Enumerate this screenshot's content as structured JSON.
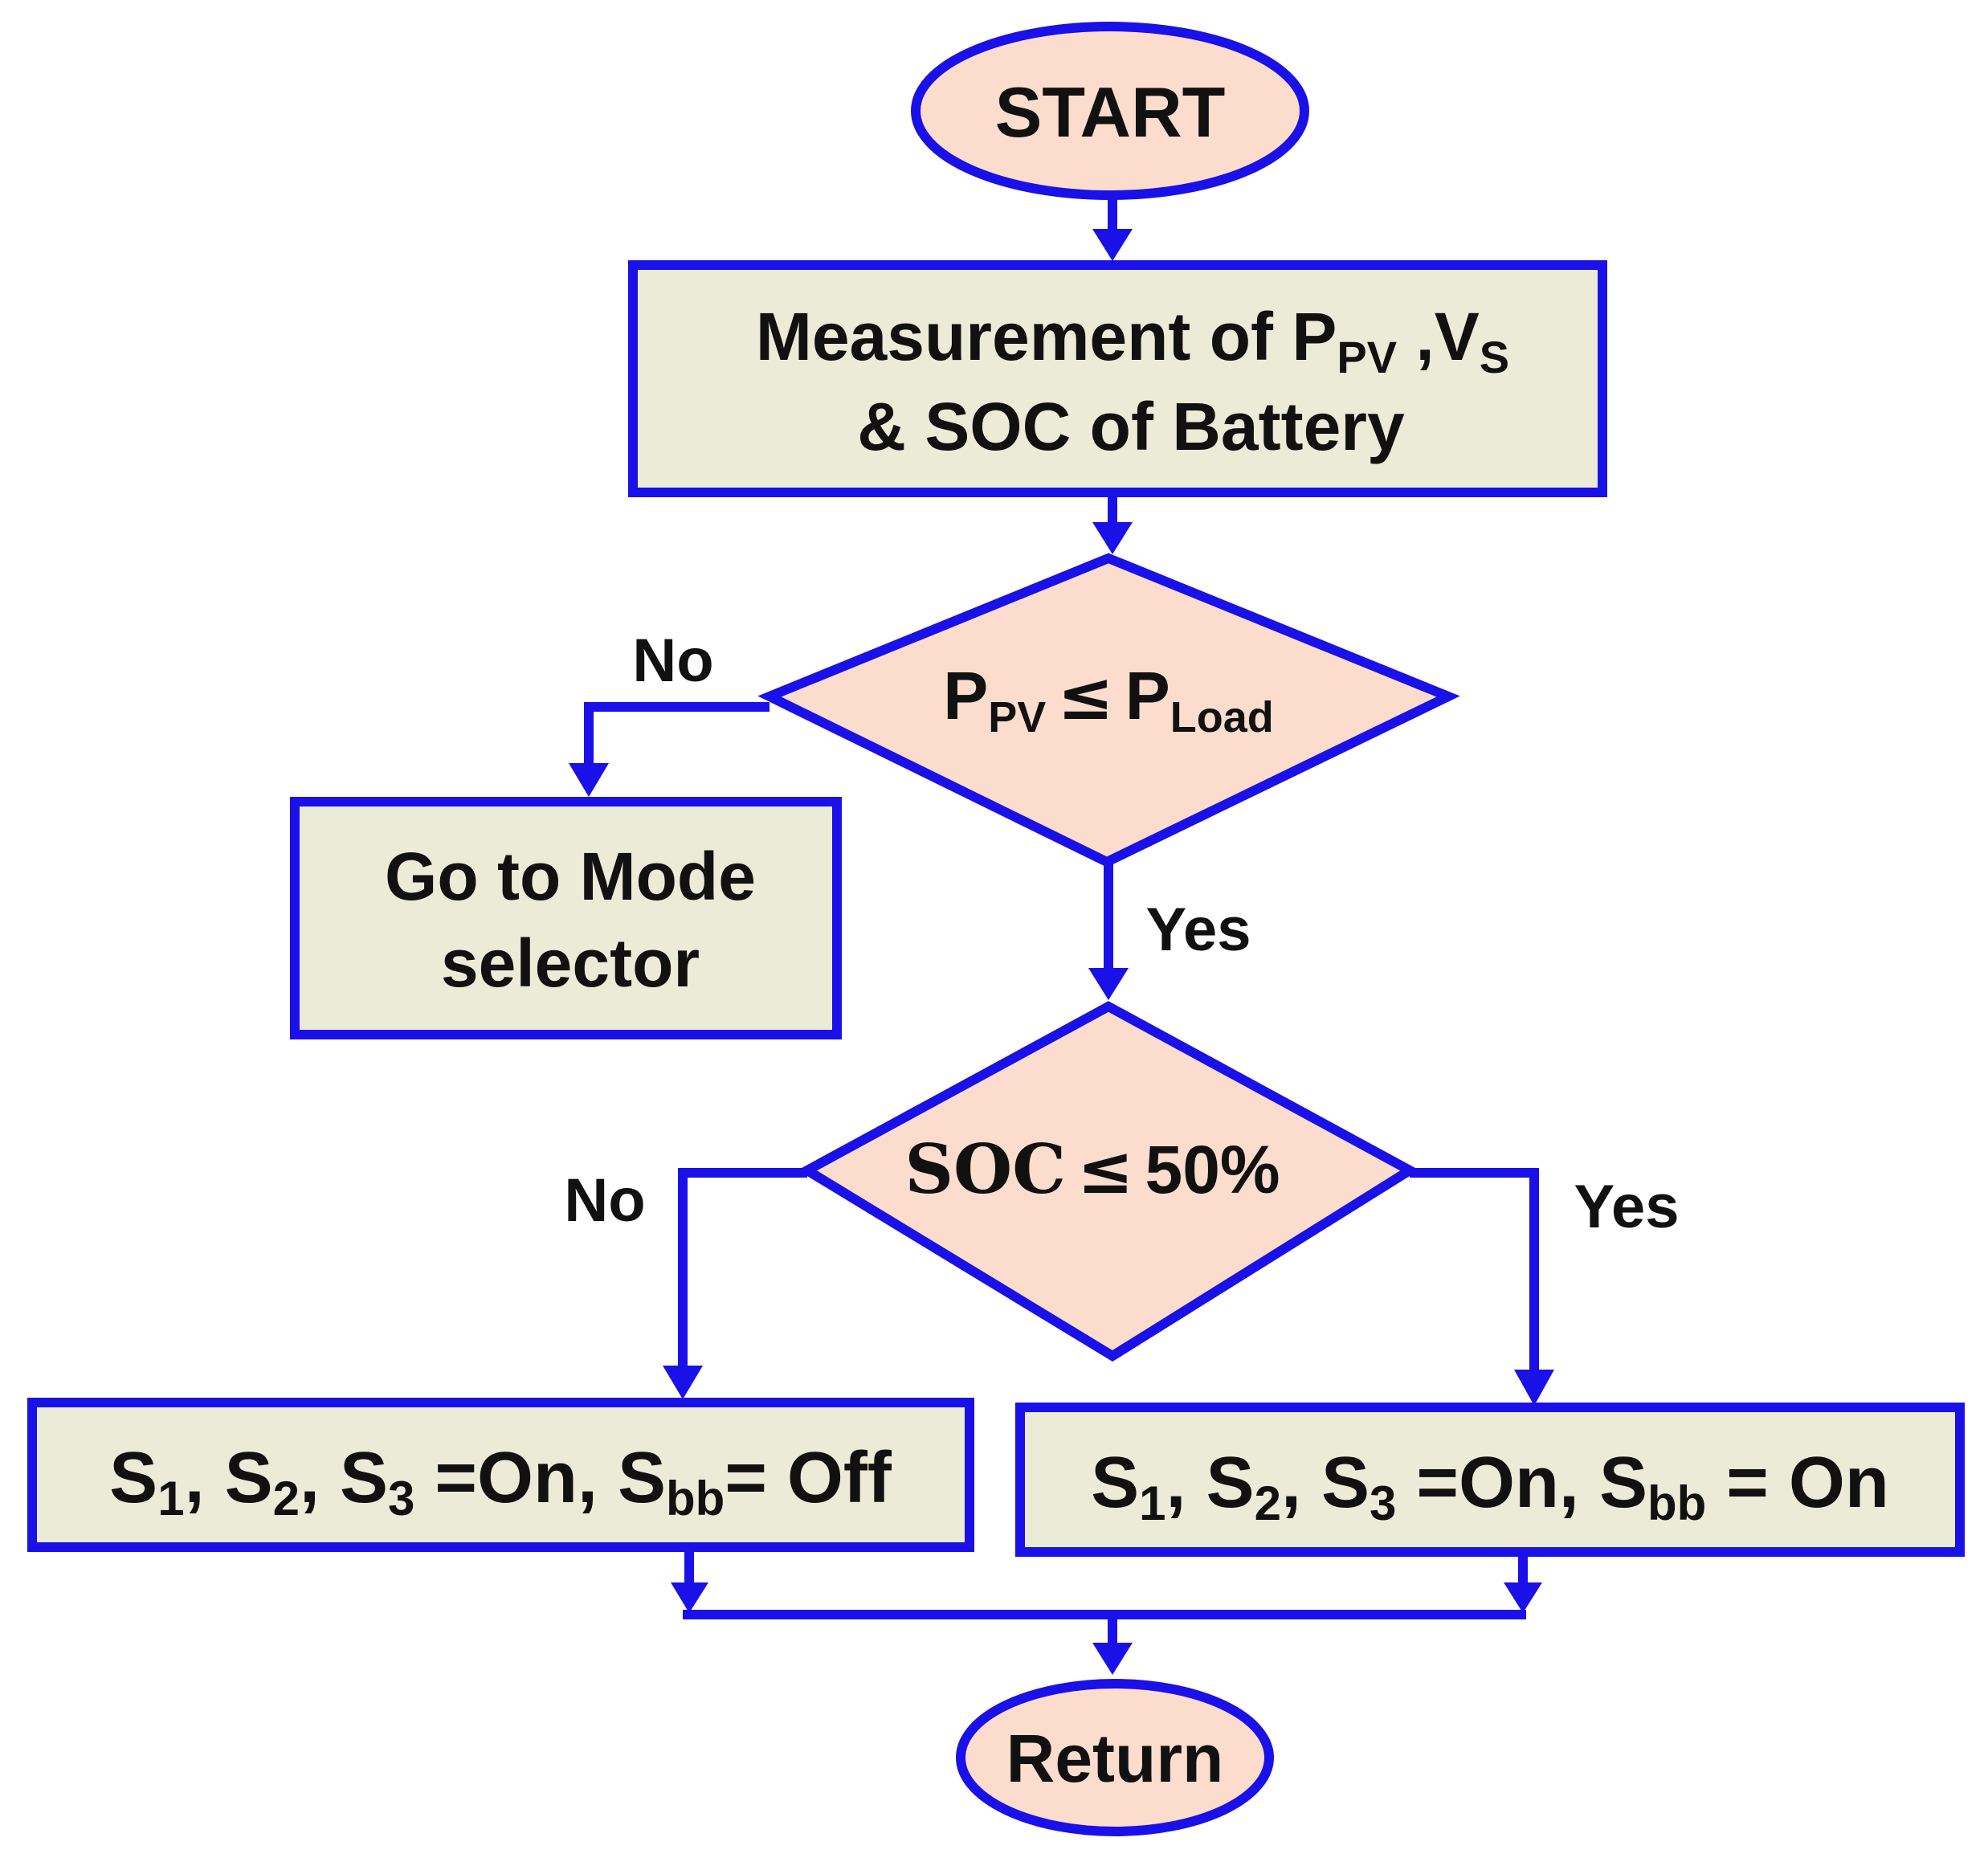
{
  "nodes": {
    "start": {
      "text": "START"
    },
    "measure": {
      "line1_a": "Measurement of P",
      "line1_sub1": "PV",
      "line1_b": " ,V",
      "line1_sub2": "S",
      "line2": "& SOC of Battery"
    },
    "decision1": {
      "p": "P",
      "sub1": "PV",
      "op": "≤",
      "p2": "P",
      "sub2": "Load"
    },
    "mode_selector": {
      "line1": "Go to Mode",
      "line2": "selector"
    },
    "decision2": {
      "soc": "SOC",
      "op": "≤",
      "value": "50%"
    },
    "switch_off": {
      "s": "S",
      "sub1": "1",
      "sep1": ", S",
      "sub2": "2",
      "sep2": ", S",
      "sub3": "3",
      "mid": " =On, S",
      "sub4": "bb",
      "tail": "= Off"
    },
    "switch_on": {
      "s": "S",
      "sub1": "1",
      "sep1": ", S",
      "sub2": "2",
      "sep2": ", S",
      "sub3": "3",
      "mid": " =On, S",
      "sub4": "bb",
      "tail": " = On"
    },
    "return": {
      "text": "Return"
    }
  },
  "edges": {
    "d1_no": "No",
    "d1_yes": "Yes",
    "d2_no": "No",
    "d2_yes": "Yes"
  },
  "colors": {
    "stroke": "#1a10e8",
    "process_fill": "#ecebd7",
    "terminal_fill": "#fcdccc"
  }
}
